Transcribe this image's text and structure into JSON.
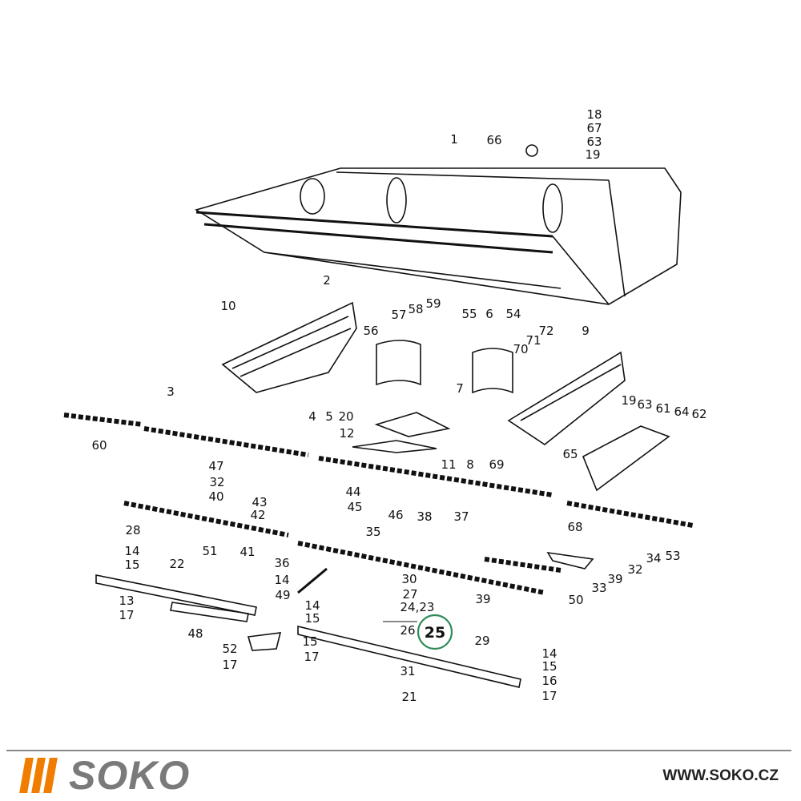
{
  "diagram": {
    "title": "Header cutter bar exploded parts diagram",
    "labels": [
      "1",
      "18",
      "67",
      "66",
      "63",
      "19",
      "2",
      "10",
      "57",
      "58",
      "59",
      "55",
      "6",
      "54",
      "56",
      "70",
      "71",
      "72",
      "9",
      "3",
      "7",
      "4",
      "5",
      "20",
      "19",
      "63",
      "61",
      "64",
      "62",
      "60",
      "12",
      "47",
      "11",
      "8",
      "69",
      "65",
      "32",
      "40",
      "44",
      "43",
      "45",
      "42",
      "46",
      "38",
      "37",
      "28",
      "35",
      "68",
      "53",
      "51",
      "41",
      "34",
      "14",
      "15",
      "36",
      "22",
      "32",
      "30",
      "14",
      "39",
      "33",
      "49",
      "27",
      "13",
      "39",
      "50",
      "17",
      "14",
      "24,23",
      "15",
      "26",
      "48",
      "29",
      "15",
      "14",
      "52",
      "17",
      "15",
      "17",
      "31",
      "16",
      "21",
      "17"
    ],
    "highlighted_label": "25",
    "highlight_color": "#2e8b57"
  },
  "footer": {
    "brand": "SOKO",
    "url": "WWW.SOKO.CZ",
    "brand_color": "#f07d00"
  }
}
